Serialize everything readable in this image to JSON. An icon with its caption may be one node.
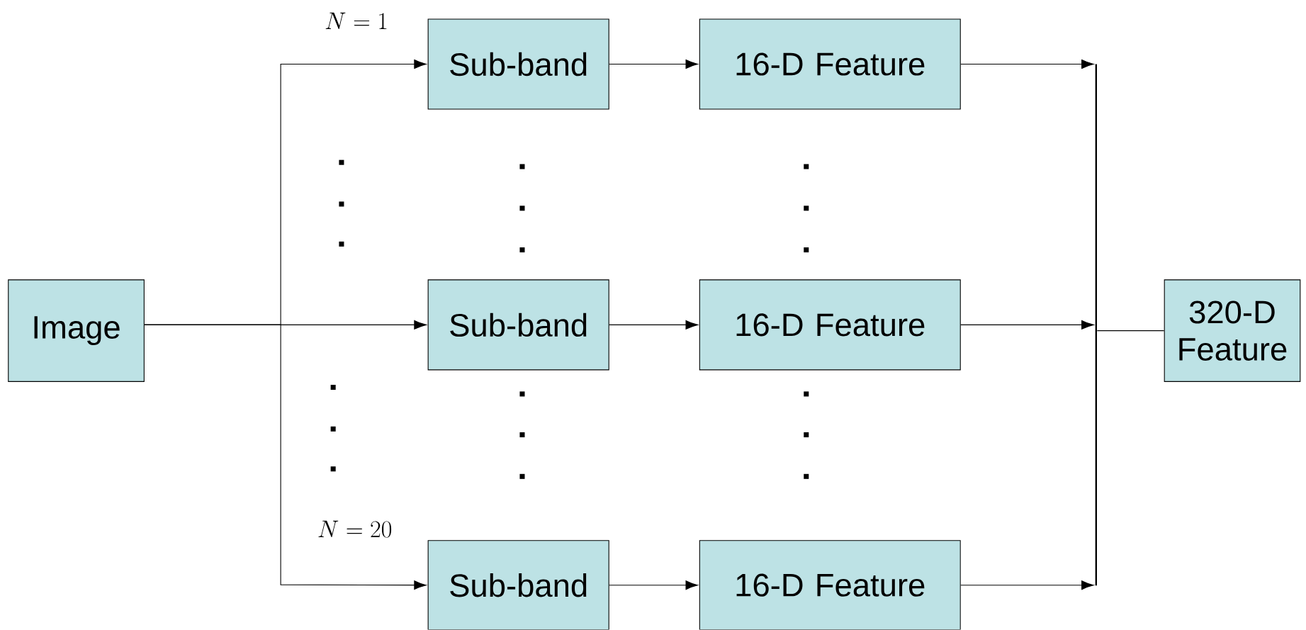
{
  "diagram": {
    "nodes": [
      {
        "text": [
          "Image"
        ]
      },
      {
        "text": [
          "Sub-band"
        ]
      },
      {
        "text": [
          "16-D Feature"
        ]
      },
      {
        "text": [
          "Sub-band"
        ]
      },
      {
        "text": [
          "16-D Feature"
        ]
      },
      {
        "text": [
          "Sub-band"
        ]
      },
      {
        "text": [
          "16-D Feature"
        ]
      },
      {
        "text": [],
        "shape": "bar"
      },
      {
        "text": [
          "320-D Feature"
        ]
      }
    ],
    "edges": [
      {
        "from": 0,
        "to": 1,
        "arrow": "to"
      },
      {
        "from": 0,
        "to": 3,
        "arrow": "to"
      },
      {
        "from": 0,
        "to": 5,
        "arrow": "to"
      },
      {
        "from": 1,
        "to": 2,
        "arrow": "to"
      },
      {
        "from": 3,
        "to": 4,
        "arrow": "to"
      },
      {
        "from": 5,
        "to": 6,
        "arrow": "to"
      },
      {
        "from": 2,
        "to": 7,
        "arrow": "to"
      },
      {
        "from": 4,
        "to": 7,
        "arrow": "to"
      },
      {
        "from": 6,
        "to": 7,
        "arrow": "to"
      },
      {
        "from": 7,
        "to": 8,
        "arrow": "none"
      }
    ],
    "labels": [
      "N = 1",
      "N = 20"
    ]
  }
}
